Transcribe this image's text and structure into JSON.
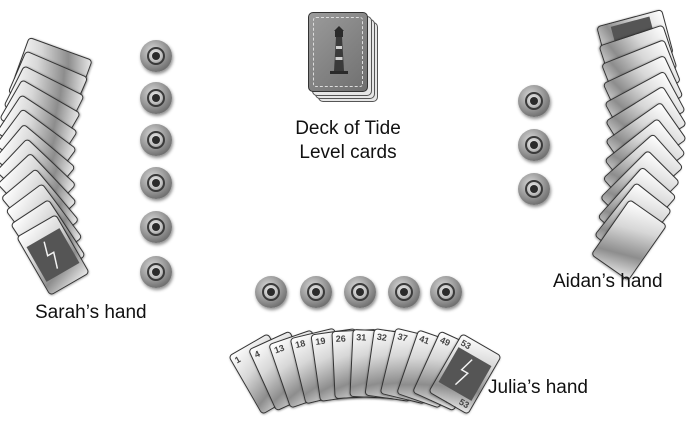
{
  "labels": {
    "deck_line1": "Deck of Tide",
    "deck_line2": "Level cards",
    "sarah": "Sarah’s hand",
    "aidan": "Aidan’s hand",
    "julia": "Julia’s hand"
  },
  "hands": {
    "sarah": {
      "buoys": 6,
      "cards": [
        "",
        "",
        "",
        "",
        "",
        "",
        "",
        "",
        "",
        "",
        "",
        "",
        ""
      ]
    },
    "aidan": {
      "buoys": 3,
      "cards": [
        "",
        "",
        "",
        "",
        "",
        "",
        "",
        "",
        "",
        "",
        "",
        "",
        ""
      ]
    },
    "julia": {
      "buoys": 5,
      "cards": [
        "1",
        "4",
        "13",
        "18",
        "19",
        "26",
        "31",
        "32",
        "37",
        "41",
        "49",
        "53"
      ]
    }
  },
  "icons": {
    "deck": "lighthouse-icon",
    "buoy": "life-ring-icon",
    "card_art": "storm-lightning-icon"
  }
}
